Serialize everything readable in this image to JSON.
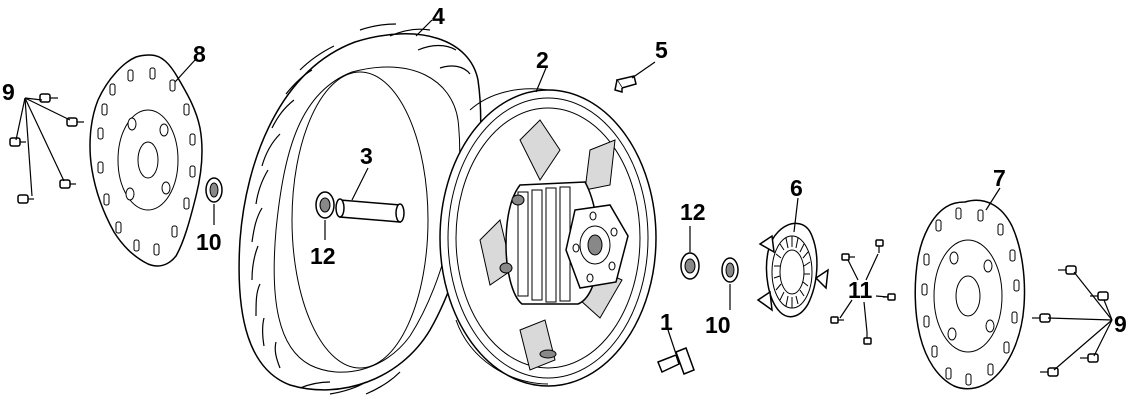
{
  "callouts": {
    "c1": "1",
    "c2": "2",
    "c3": "3",
    "c4": "4",
    "c5": "5",
    "c6": "6",
    "c7": "7",
    "c8": "8",
    "c9_left": "9",
    "c9_right": "9",
    "c10_left": "10",
    "c10_right": "10",
    "c11": "11",
    "c12_left": "12",
    "c12_right": "12"
  },
  "colors": {
    "ink": "#000000",
    "background": "#ffffff"
  }
}
